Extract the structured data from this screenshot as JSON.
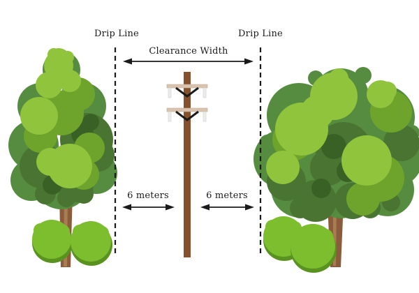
{
  "labels": {
    "drip_line_left": "Drip Line",
    "drip_line_right": "Drip Line",
    "clearance_width": "Clearance Width",
    "left_distance": "6 meters",
    "right_distance": "6 meters"
  },
  "icons": {
    "left_tree": "tall-tree-illustration",
    "right_tree": "round-tree-illustration",
    "utility_pole": "utility-pole-with-crossarms",
    "bushes": "round-shrubs",
    "drip_lines": "vertical-dashed-boundary-lines",
    "arrows": "double-headed-measurement-arrows"
  },
  "colors": {
    "background": "#FFFFFF",
    "text": "#1A1A1A",
    "lines": "#1A1A1A",
    "pole_brown": "#84512E",
    "crossarm_tan": "#D9C3AF",
    "insulator_gray": "#ECECEA",
    "trunk_brown": "#8A5C3B",
    "trunk_highlight": "#A87D52",
    "foliage_lime": "#8FC43C",
    "foliage_olive": "#6FA42C",
    "foliage_sage": "#568C3F",
    "foliage_dark": "#497431",
    "foliage_deep": "#3A6125",
    "bush_light": "#7CBE2D",
    "bush_dark": "#59921F"
  }
}
